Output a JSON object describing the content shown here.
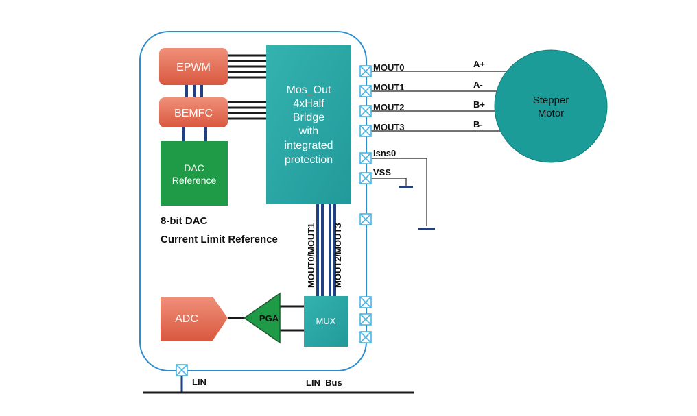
{
  "blocks": {
    "epwm": "EPWM",
    "bemfc": "BEMFC",
    "dac_line1": "DAC",
    "dac_line2": "Reference",
    "mos_line1": "Mos_Out",
    "mos_line2": "4xHalf",
    "mos_line3": "Bridge",
    "mos_line4": "with",
    "mos_line5": "integrated",
    "mos_line6": "protection",
    "adc": "ADC",
    "pga": "PGA",
    "mux": "MUX",
    "motor_line1": "Stepper",
    "motor_line2": "Motor"
  },
  "captions": {
    "dac_title": "8-bit DAC",
    "dac_subtitle": "Current Limit Reference"
  },
  "pins": {
    "mout0": "MOUT0",
    "mout1": "MOUT1",
    "mout2": "MOUT2",
    "mout3": "MOUT3",
    "isns0": "Isns0",
    "vss": "VSS",
    "lin": "LIN"
  },
  "wires": {
    "a_plus": "A+",
    "a_minus": "A-",
    "b_plus": "B+",
    "b_minus": "B-",
    "bus_01": "MOUT0/MOUT1",
    "bus_23": "MOUT2/MOUT3",
    "lin_bus": "LIN_Bus"
  },
  "colors": {
    "mcu_outline": "#2b8ccf",
    "orange_block": "#e06a55",
    "green_block": "#1f9a46",
    "teal_block": "#2aa8a8",
    "motor": "#1b9c98",
    "wire": "#1a1a1a",
    "bus": "#1f3f86",
    "pad": "#49b6e6"
  }
}
